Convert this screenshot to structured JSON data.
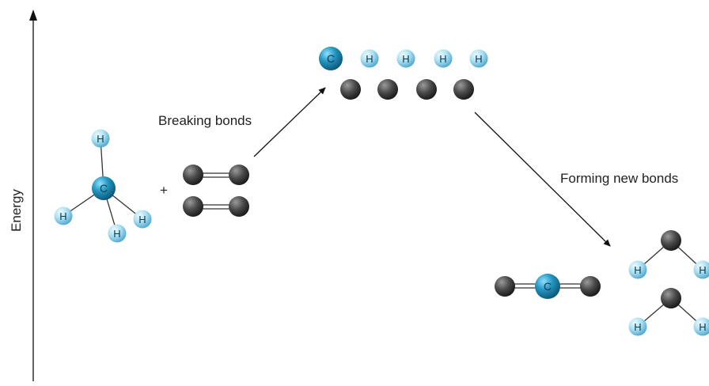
{
  "diagram": {
    "axis_label": "Energy",
    "step_labels": {
      "breaking": "Breaking bonds",
      "forming": "Forming new bonds"
    },
    "plus_sign": "+",
    "atom_symbols": {
      "carbon": "C",
      "hydrogen": "H"
    },
    "colors": {
      "carbon": "#1e8fb5",
      "hydrogen": "#8fd0ea",
      "oxygen_grey": "#4a4a4a",
      "line": "#222222"
    }
  }
}
